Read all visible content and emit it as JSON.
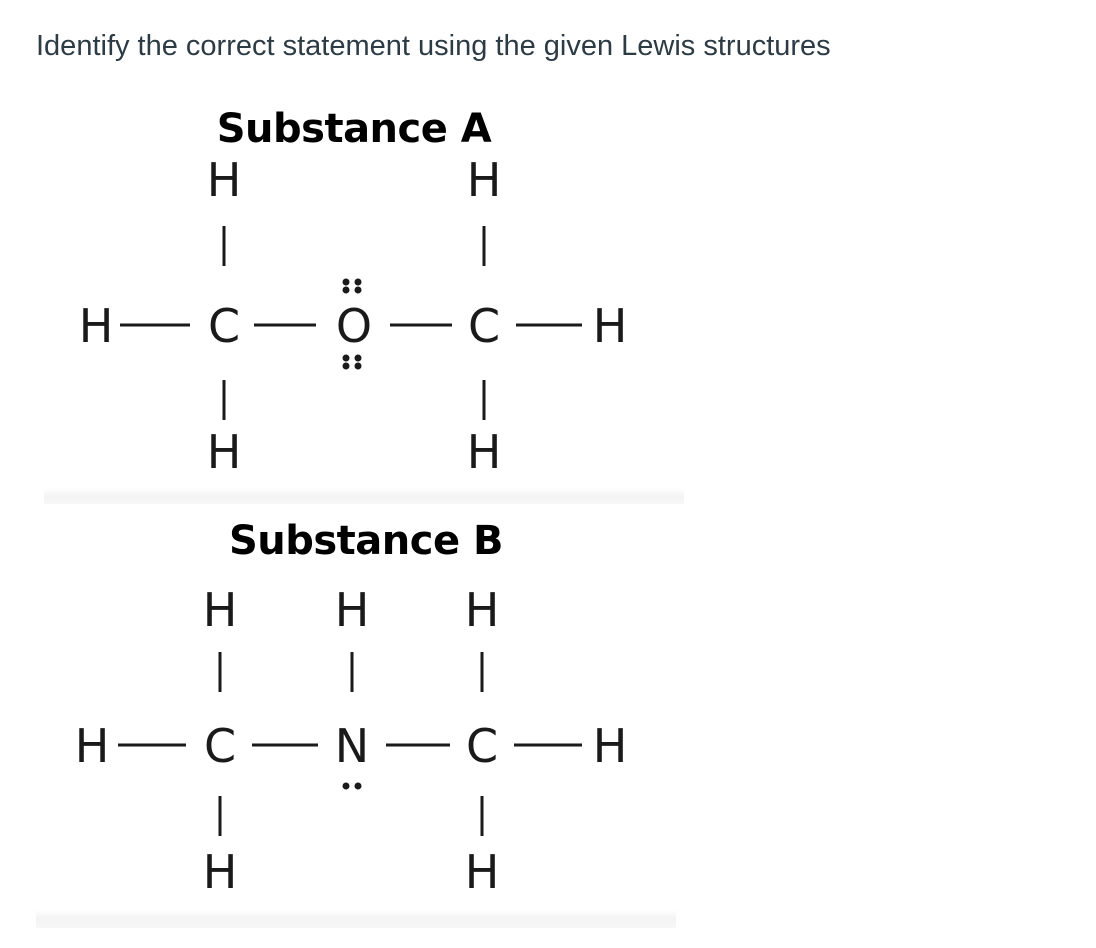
{
  "question": "Identify the correct statement using the given Lewis structures",
  "substance_a": {
    "title": "Substance A",
    "atoms": {
      "top_left_h": "H",
      "top_right_h": "H",
      "far_left_h": "H",
      "left_c": "C",
      "center_o": "O",
      "right_c": "C",
      "far_right_h": "H",
      "bottom_left_h": "H",
      "bottom_right_h": "H"
    }
  },
  "substance_b": {
    "title": "Substance B",
    "atoms": {
      "top_left_h": "H",
      "top_middle_h": "H",
      "top_right_h": "H",
      "far_left_h": "H",
      "left_c": "C",
      "center_n": "N",
      "right_c": "C",
      "far_right_h": "H",
      "bottom_left_h": "H",
      "bottom_right_h": "H"
    }
  },
  "colors": {
    "question_text": "#2d3b45",
    "structure": "#1a1a1a"
  }
}
